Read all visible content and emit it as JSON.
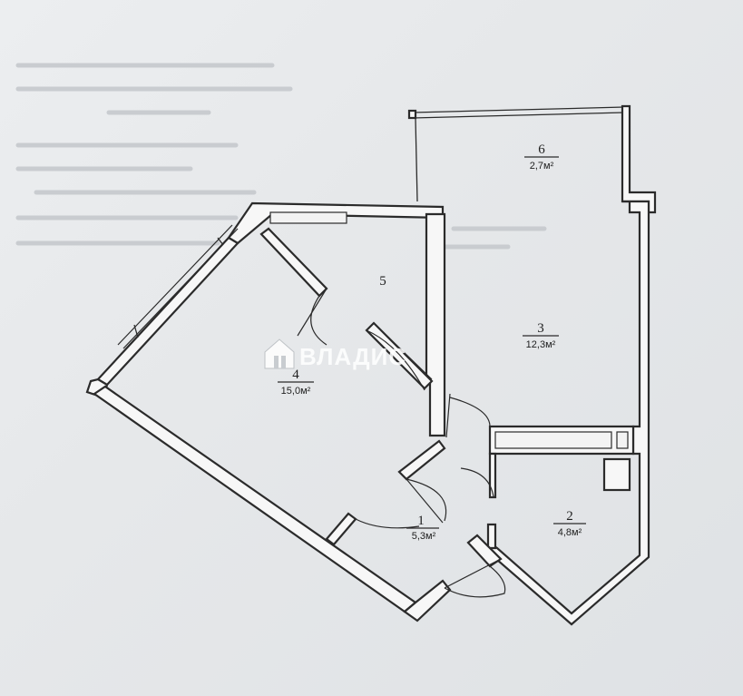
{
  "rooms": [
    {
      "id": "1",
      "number": "1",
      "area": "5,3м²"
    },
    {
      "id": "2",
      "number": "2",
      "area": "4,8м²"
    },
    {
      "id": "3",
      "number": "3",
      "area": "12,3м²"
    },
    {
      "id": "4",
      "number": "4",
      "area": "15,0м²"
    },
    {
      "id": "5",
      "number": "5",
      "area": ""
    },
    {
      "id": "6",
      "number": "6",
      "area": "2,7м²"
    }
  ],
  "watermark": {
    "text": "ВЛАДИС",
    "logo": "house-logo-icon"
  }
}
